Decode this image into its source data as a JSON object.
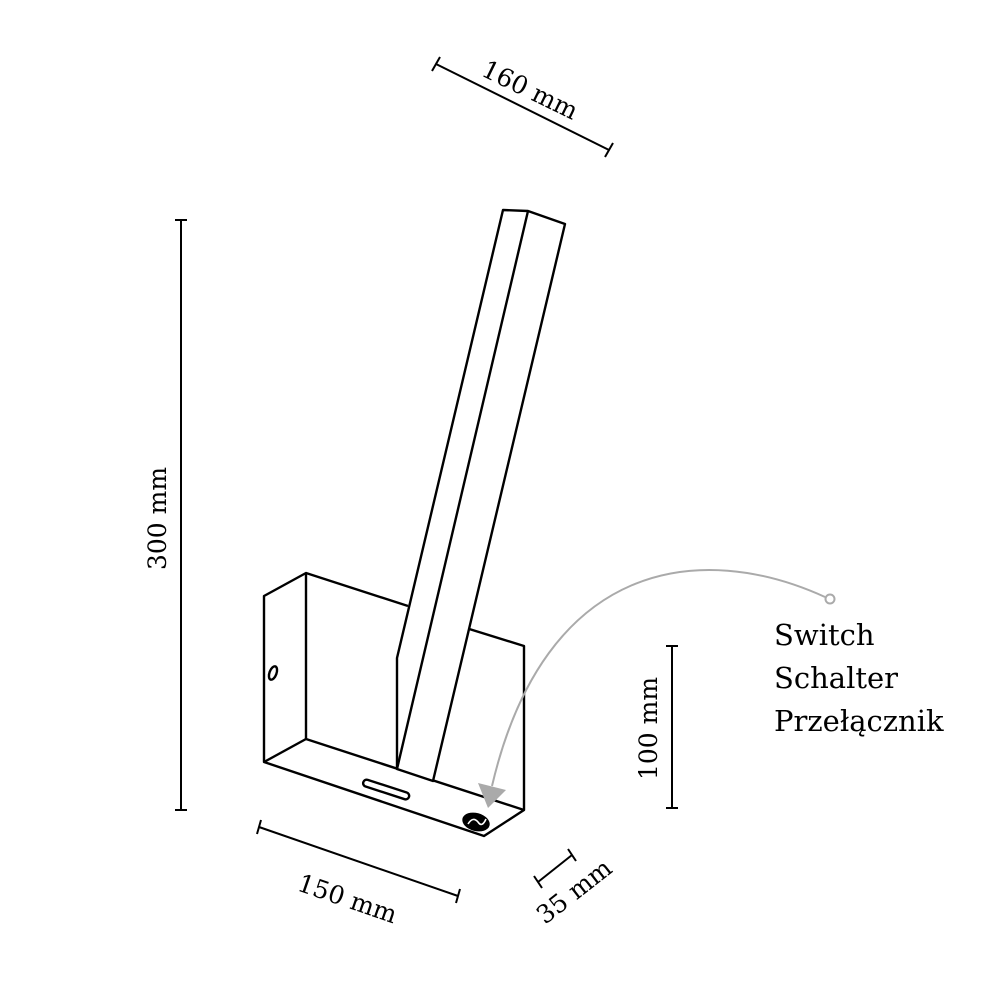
{
  "dimensions": {
    "length": "160 mm",
    "height": "300 mm",
    "width": "150 mm",
    "depth": "35 mm",
    "base_height": "100 mm"
  },
  "callout": {
    "lines": [
      "Switch",
      "Schalter",
      "Przełącznik"
    ],
    "color": "#aaaaaa"
  }
}
